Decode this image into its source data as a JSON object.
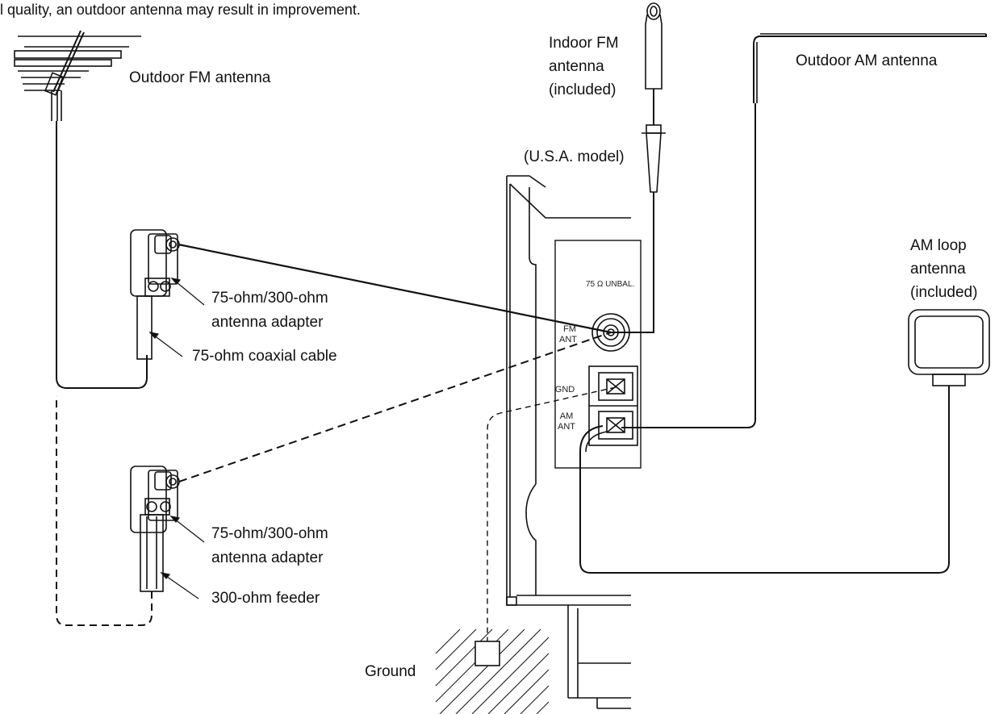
{
  "header_text": "l quality, an outdoor antenna may result in improvement.",
  "labels": {
    "outdoor_fm": "Outdoor FM antenna",
    "indoor_fm_1": "Indoor FM",
    "indoor_fm_2": "antenna",
    "indoor_fm_3": "(included)",
    "outdoor_am": "Outdoor AM antenna",
    "usa_model": "(U.S.A. model)",
    "am_loop_1": "AM loop",
    "am_loop_2": "antenna",
    "am_loop_3": "(included)",
    "adapter_top_1": "75-ohm/300-ohm",
    "adapter_top_2": "antenna adapter",
    "coax": "75-ohm coaxial cable",
    "adapter_bot_1": "75-ohm/300-ohm",
    "adapter_bot_2": "antenna adapter",
    "feeder": "300-ohm feeder",
    "ground": "Ground"
  },
  "panel": {
    "unbal": "75 Ω UNBAL.",
    "fm_1": "FM",
    "fm_2": "ANT",
    "gnd": "GND",
    "am_1": "AM",
    "am_2": "ANT"
  }
}
